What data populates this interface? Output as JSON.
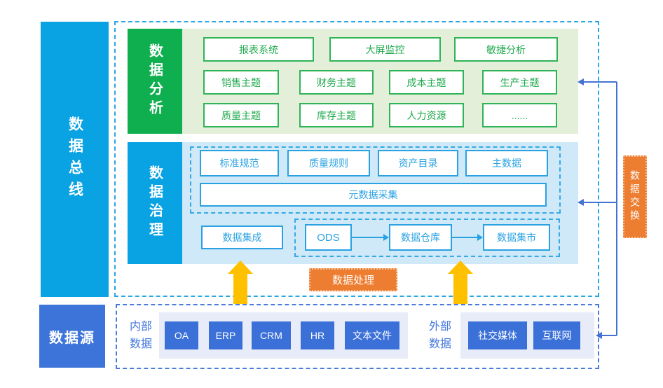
{
  "bus": {
    "label": "数据总线"
  },
  "analysis": {
    "label": "数据分析",
    "apps": [
      "报表系统",
      "大屏监控",
      "敏捷分析"
    ],
    "topics": [
      [
        "销售主题",
        "财务主题",
        "成本主题",
        "生产主题"
      ],
      [
        "质量主题",
        "库存主题",
        "人力资源",
        "......"
      ]
    ]
  },
  "governance": {
    "label": "数据治理",
    "standards": [
      "标准规范",
      "质量规则",
      "资产目录",
      "主数据"
    ],
    "meta_collect": "元数据采集",
    "integration": "数据集成",
    "flow": [
      "ODS",
      "数据仓库",
      "数据集市"
    ]
  },
  "processing": {
    "label": "数据处理"
  },
  "exchange": {
    "label": "数据交换"
  },
  "source": {
    "label": "数据源",
    "internal": {
      "label": "内部\n数据",
      "items": [
        "OA",
        "ERP",
        "CRM",
        "HR",
        "文本文件"
      ]
    },
    "external": {
      "label": "外部\n数据",
      "items": [
        "社交媒体",
        "互联网"
      ]
    }
  },
  "colors": {
    "azure": "#09a2e3",
    "green": "#0fae4f",
    "light_green_panel": "#e4efd9",
    "light_blue_panel": "#cfe9f8",
    "royal_blue": "#3b70d8",
    "lavender_panel": "#e8ecf8",
    "orange": "#ed7d31",
    "gold_arrow": "#ffc000",
    "green_box_border": "#2fb457",
    "azure_box_border": "#2aa2e2",
    "connector_blue": "#4472d4",
    "source_dashed_border": "#4a7dd9",
    "bus_dashed_border": "#2aa7e3"
  }
}
